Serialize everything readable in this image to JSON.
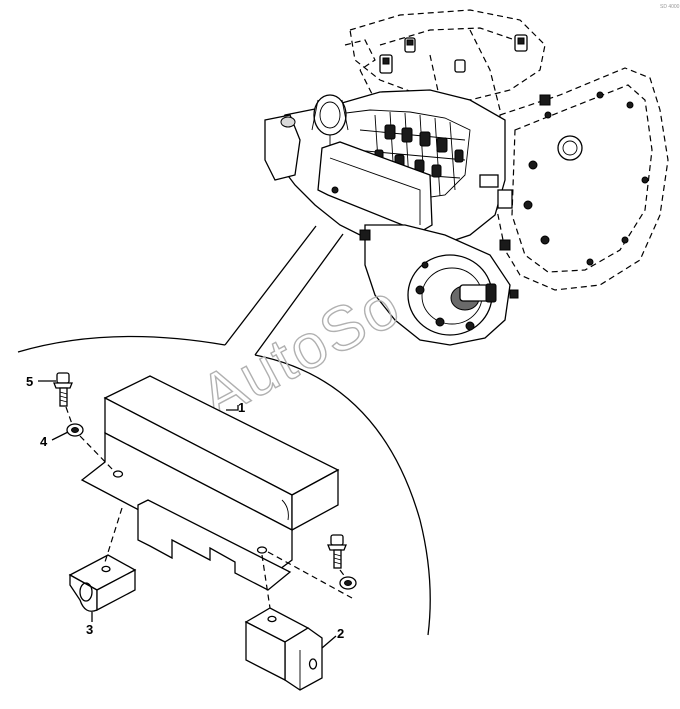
{
  "watermark": "AutoSo",
  "corner_mark": "SD 4000",
  "callouts": [
    {
      "id": "1",
      "label": "1"
    },
    {
      "id": "2",
      "label": "2"
    },
    {
      "id": "3",
      "label": "3"
    },
    {
      "id": "4",
      "label": "4"
    },
    {
      "id": "5",
      "label": "5"
    }
  ],
  "colors": {
    "line": "#000000",
    "background": "#ffffff",
    "watermark": "#b0b0b0"
  }
}
